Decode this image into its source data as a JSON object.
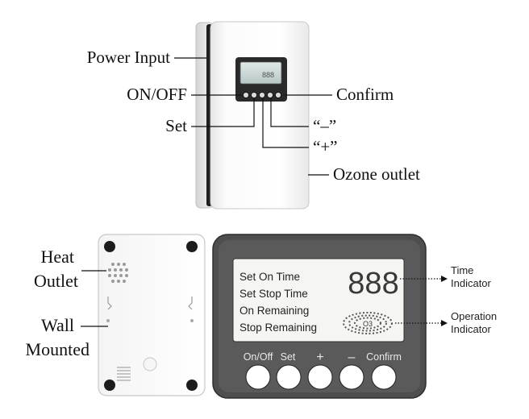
{
  "callouts_top": {
    "power_input": "Power Input",
    "on_off": "ON/OFF",
    "set": "Set",
    "confirm": "Confirm",
    "minus": "“–”",
    "plus": "“+”",
    "ozone_outlet": "Ozone outlet"
  },
  "callouts_back": {
    "heat_outlet_line1": "Heat",
    "heat_outlet_line2": "Outlet",
    "wall_mounted_line1": "Wall",
    "wall_mounted_line2": "Mounted"
  },
  "panel": {
    "menu": [
      "Set On Time",
      "Set Stop Time",
      "On Remaining",
      "Stop Remaining"
    ],
    "digits": "888",
    "ozone_symbol": "O3",
    "buttons": [
      "On/Off",
      "Set",
      "+",
      "–",
      "Confirm"
    ]
  },
  "callouts_panel": {
    "time_indicator_line1": "Time",
    "time_indicator_line2": "Indicator",
    "operation_indicator_line1": "Operation",
    "operation_indicator_line2": "Indicator"
  }
}
